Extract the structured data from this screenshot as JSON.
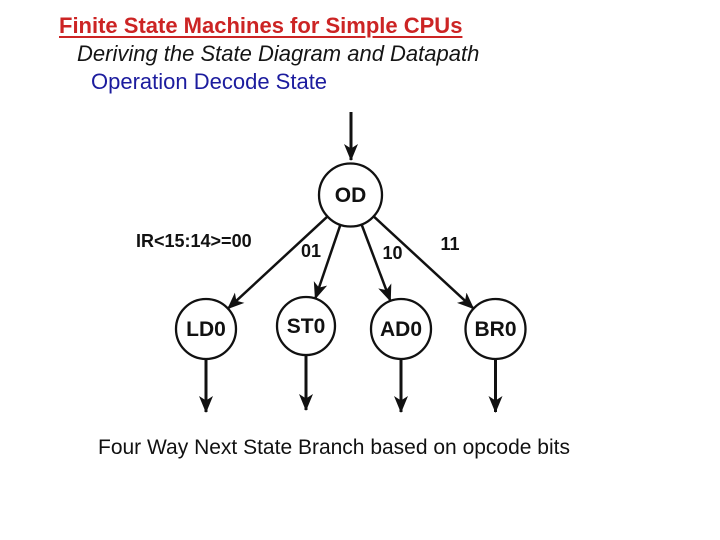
{
  "slide": {
    "title": "Finite State Machines for Simple CPUs",
    "subtitle": "Deriving the State Diagram and Datapath",
    "section_heading": "Operation Decode State",
    "caption": "Four Way Next State Branch based on opcode bits"
  },
  "colors": {
    "title_red": "#cc2424",
    "section_blue": "#1c1c9e",
    "diagram_ink": "#111111",
    "background": "#ffffff"
  },
  "diagram": {
    "type": "state-transition-diagram",
    "root_node": "OD",
    "branch_condition_label": "IR<15:14>=00",
    "nodes": [
      "OD",
      "LD0",
      "ST0",
      "AD0",
      "BR0"
    ],
    "edges": [
      {
        "from": "OD",
        "to": "LD0",
        "label": "IR<15:14>=00"
      },
      {
        "from": "OD",
        "to": "ST0",
        "label": "01"
      },
      {
        "from": "OD",
        "to": "AD0",
        "label": "10"
      },
      {
        "from": "OD",
        "to": "BR0",
        "label": "11"
      }
    ]
  }
}
